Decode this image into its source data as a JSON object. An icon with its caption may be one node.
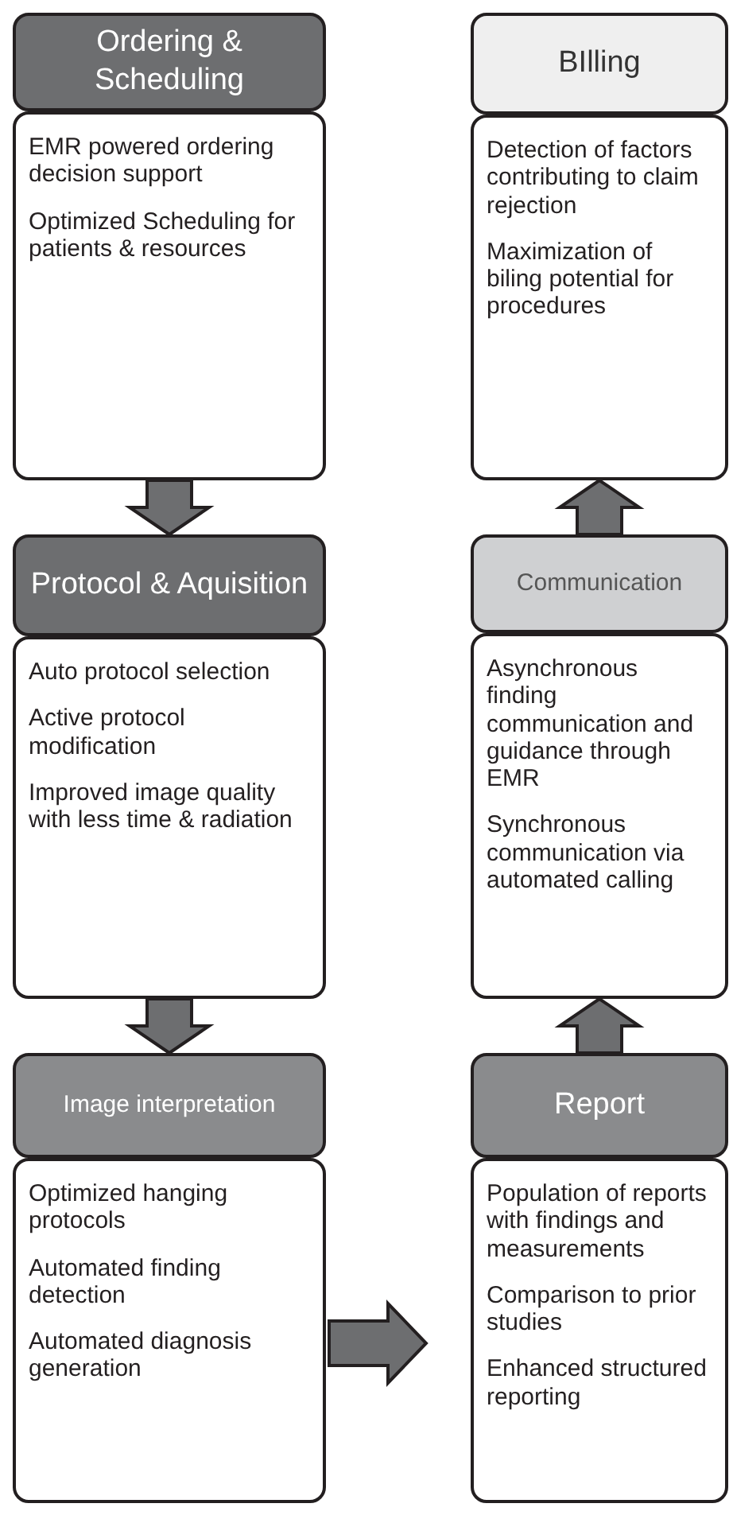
{
  "diagram": {
    "nodes": [
      {
        "text": [
          "Ordering & Scheduling"
        ]
      },
      {
        "text": [
          "EMR powered ordering decision support",
          "Optimized Scheduling for patients & resources"
        ]
      },
      {
        "text": [
          "Protocol & Aquisition"
        ]
      },
      {
        "text": [
          "Auto protocol selection",
          "Active protocol modification",
          "Improved image quality with less time & radiation"
        ]
      },
      {
        "text": [
          "Image interpretation"
        ]
      },
      {
        "text": [
          "Optimized hanging protocols",
          "Automated finding detection",
          "Automated diagnosis generation"
        ]
      },
      {
        "text": [
          "BIlling"
        ]
      },
      {
        "text": [
          "Detection of factors contributing to claim rejection",
          "Maximization of biling potential for procedures"
        ]
      },
      {
        "text": [
          "Communication"
        ]
      },
      {
        "text": [
          "Asynchronous finding communication and guidance through EMR",
          "Synchronous communication via automated calling"
        ]
      },
      {
        "text": [
          "Report"
        ]
      },
      {
        "text": [
          "Population of reports with findings and measurements",
          "Comparison to prior studies",
          "Enhanced structured reporting"
        ]
      }
    ],
    "edges": [
      {
        "from": 1,
        "to": 2,
        "arrow": "to"
      },
      {
        "from": 3,
        "to": 4,
        "arrow": "to"
      },
      {
        "from": 5,
        "to": 11,
        "arrow": "to"
      },
      {
        "from": 10,
        "to": 9,
        "arrow": "to"
      },
      {
        "from": 8,
        "to": 7,
        "arrow": "to"
      }
    ]
  }
}
